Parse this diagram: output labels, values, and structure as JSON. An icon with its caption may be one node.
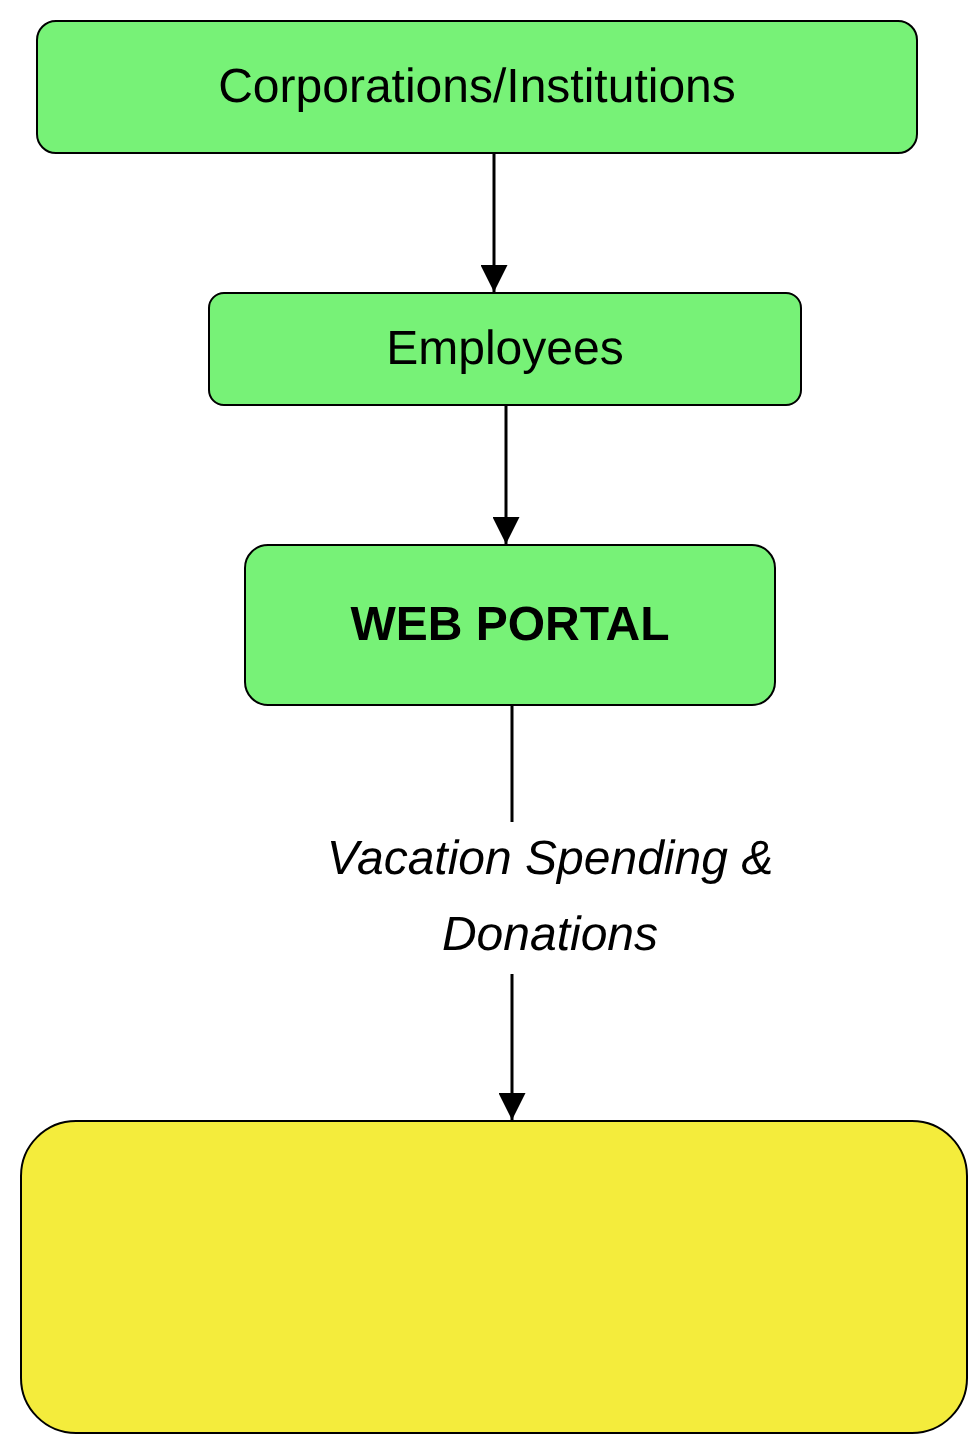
{
  "diagram": {
    "nodes": [
      {
        "text": [
          "Corporations/Institutions"
        ]
      },
      {
        "text": [
          "Employees"
        ]
      },
      {
        "text": [
          "WEB PORTAL"
        ]
      },
      {
        "text": [],
        "shape": "box"
      }
    ],
    "edges": [
      {
        "from": 0,
        "to": 1,
        "arrow": "to"
      },
      {
        "from": 1,
        "to": 2,
        "arrow": "to"
      },
      {
        "from": 2,
        "to": 3,
        "arrow": "to",
        "label": "Vacation Spending & Donations"
      }
    ]
  }
}
